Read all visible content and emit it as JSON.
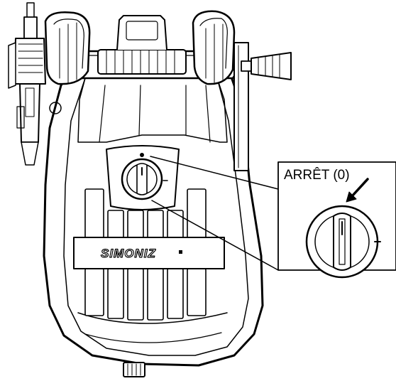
{
  "callout": {
    "label": "ARRÊT (0)",
    "off_mark": "0"
  },
  "machine": {
    "brand": "SIMONIZ"
  },
  "colors": {
    "stroke": "#000000",
    "fill": "#ffffff"
  }
}
